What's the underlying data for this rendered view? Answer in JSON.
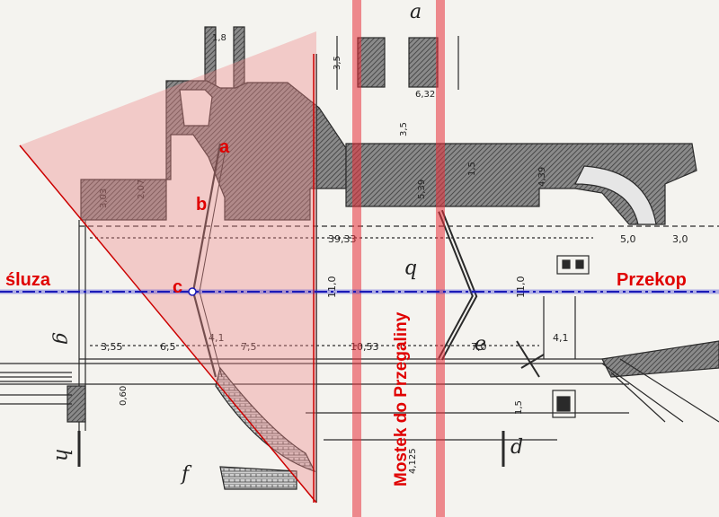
{
  "labels": {
    "sluza": "śluza",
    "przekop": "Przekop",
    "mostek": "Mostek do Przegaliny",
    "point_a": "a",
    "point_b": "b",
    "point_c": "c"
  },
  "section_letters": {
    "a": "a",
    "b": "b",
    "d": "d",
    "e": "e",
    "f": "f",
    "g": "g",
    "h": "h"
  },
  "dimensions": {
    "d_1_8": "1,8",
    "d_3_5a": "3,5",
    "d_6_32": "6,32",
    "d_3_5b": "3,5",
    "d_1_5a": "1,5",
    "d_5_39": "5,39",
    "d_4_39": "4,39",
    "d_3_03": "3,03",
    "d_2_07": "2,07",
    "d_39_33": "39,33",
    "d_5_0": "5,0",
    "d_3_0": "3,0",
    "d_11_0a": "11,0",
    "d_11_0b": "11,0",
    "d_3_55": "3,55",
    "d_6_5": "6,5",
    "d_4_1a": "4,1",
    "d_7_5": "7,5",
    "d_10_53": "10,53",
    "d_7_0": "7,0",
    "d_4_1b": "4,1",
    "d_0_60": "0,60",
    "d_1_5b": "1,5",
    "d_4_125": "4,125"
  },
  "colors": {
    "red_line": "#e8303a",
    "blue_line": "#2a2ad0",
    "label_red": "#e00000",
    "overlay_pink": "#f4a0a0",
    "hatch": "#6a6a6a",
    "ink": "#2a2a2a"
  }
}
